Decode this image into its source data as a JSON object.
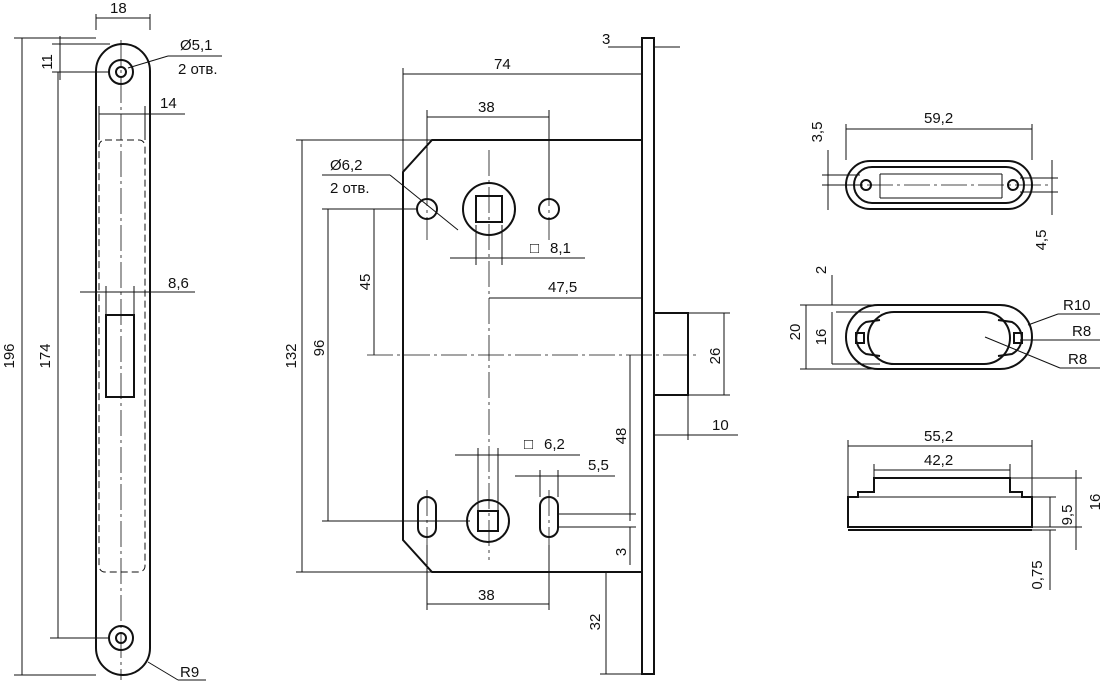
{
  "faceplate": {
    "dims": {
      "d18": "18",
      "d11": "11",
      "d14": "14",
      "d8_6": "8,6",
      "d196": "196",
      "d174": "174",
      "r9": "R9"
    },
    "hole_note": {
      "diameter": "Ø5,1",
      "count": "2 отв."
    }
  },
  "lock_body": {
    "dims": {
      "d3_top": "3",
      "d74": "74",
      "d38_top": "38",
      "d8_1": "8,1",
      "d45": "45",
      "d47_5": "47,5",
      "d132": "132",
      "d96": "96",
      "d26": "26",
      "d10": "10",
      "d48": "48",
      "d6_2": "6,2",
      "d5_5": "5,5",
      "d3_bottom": "3",
      "d38_bottom": "38",
      "d32": "32"
    },
    "hole_note": {
      "diameter": "Ø6,2",
      "count": "2 отв."
    },
    "square_symbol": "□"
  },
  "strike_top": {
    "dims": {
      "d59_2": "59,2",
      "d3_5": "3,5",
      "d4_5": "4,5"
    }
  },
  "strike_mid": {
    "dims": {
      "d2": "2",
      "d20": "20",
      "d16": "16",
      "r10": "R10",
      "r8_a": "R8",
      "r8_b": "R8"
    }
  },
  "strike_side": {
    "dims": {
      "d55_2": "55,2",
      "d42_2": "42,2",
      "d16": "16",
      "d9_5": "9,5",
      "d0_75": "0,75"
    }
  }
}
